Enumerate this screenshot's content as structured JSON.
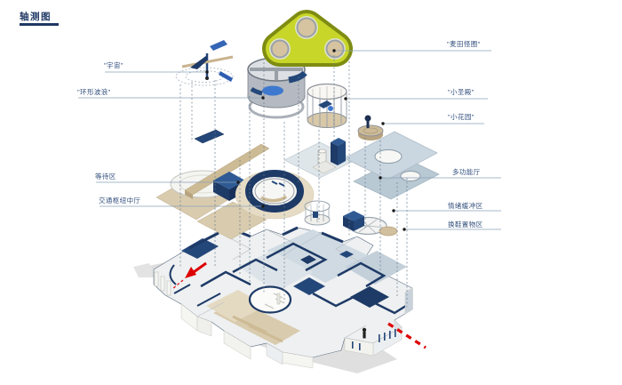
{
  "title": {
    "text": "轴测图"
  },
  "labels": {
    "left": [
      {
        "id": "universe",
        "text": "\"宇宙\""
      },
      {
        "id": "ring-wave",
        "text": "\"环形波浪\""
      },
      {
        "id": "waiting-area",
        "text": "等待区"
      },
      {
        "id": "transport-hub-hall",
        "text": "交通枢纽中厅"
      }
    ],
    "right": [
      {
        "id": "crop-circle",
        "text": "\"麦田怪圈\""
      },
      {
        "id": "little-temple",
        "text": "\"小圣殿\""
      },
      {
        "id": "little-garden",
        "text": "\"小花园\""
      },
      {
        "id": "multifunction-hall",
        "text": "多功能厅"
      },
      {
        "id": "emotion-buffer",
        "text": "情绪缓冲区"
      },
      {
        "id": "shoe-storage",
        "text": "换鞋置物区"
      }
    ]
  },
  "colors": {
    "navy": "#1e3a66",
    "steel_blue": "#2f5a94",
    "canopy_yellow": "#c8d62a",
    "canopy_olive": "#7e8c12",
    "tan": "#d6c3a0",
    "light_blue_plate": "#c9d6df",
    "entry_red": "#dd0000",
    "label_text": "#33507e"
  }
}
